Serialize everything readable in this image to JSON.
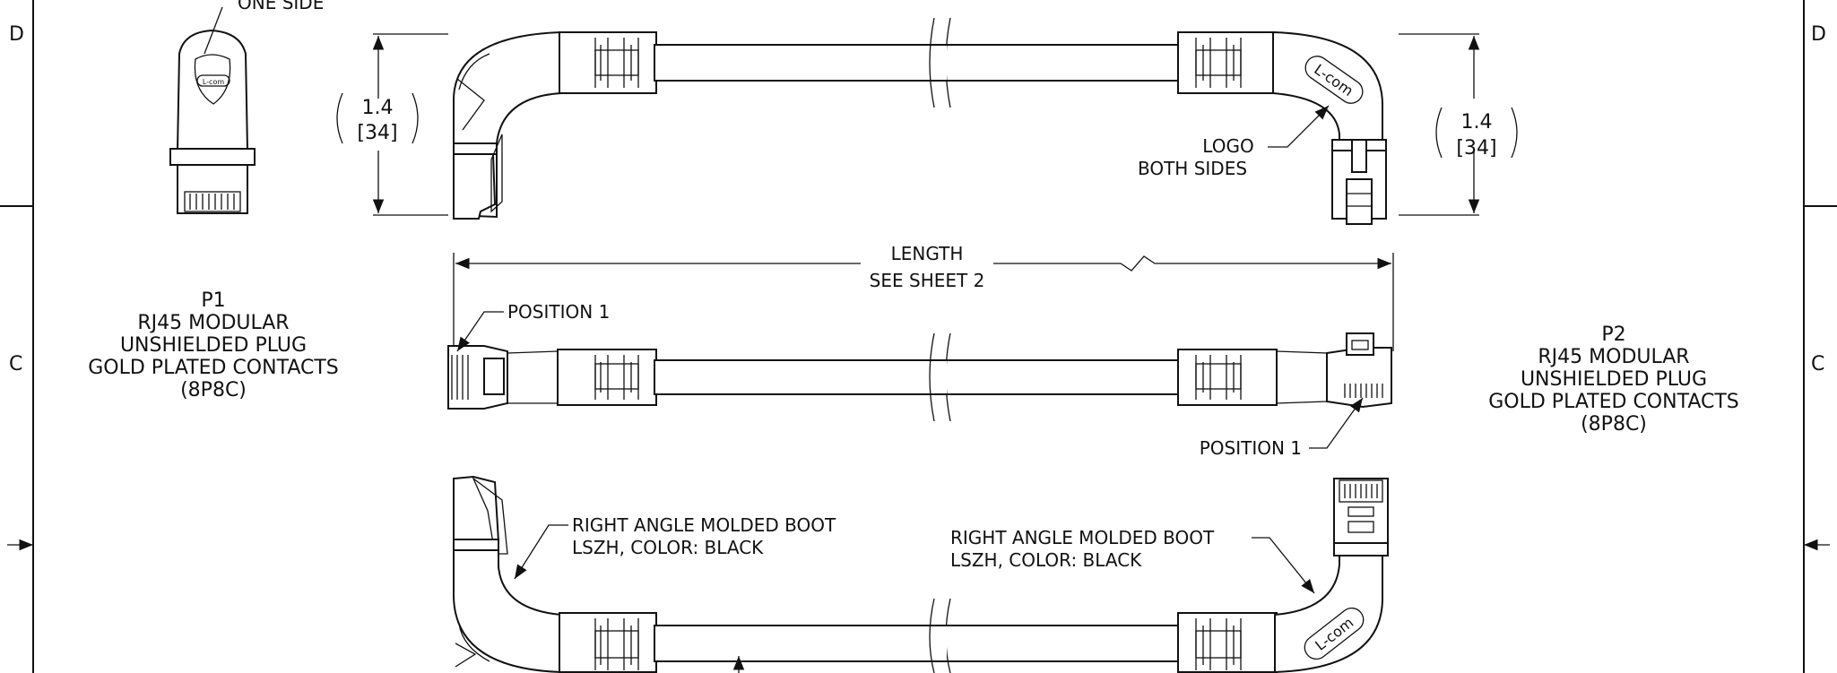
{
  "border": {
    "zone_left_top": "D",
    "zone_left_mid": "C",
    "zone_right_top": "D",
    "zone_right_mid": "C"
  },
  "p1": {
    "designator": "P1",
    "line1": "RJ45 MODULAR",
    "line2": "UNSHIELDED PLUG",
    "line3": "GOLD PLATED CONTACTS",
    "line4": "(8P8C)",
    "top_note": "ONE SIDE"
  },
  "p2": {
    "designator": "P2",
    "line1": "RJ45 MODULAR",
    "line2": "UNSHIELDED PLUG",
    "line3": "GOLD PLATED CONTACTS",
    "line4": "(8P8C)"
  },
  "dimensions": {
    "left_height": "1.4",
    "left_height_mm": "[34]",
    "right_height": "1.4",
    "right_height_mm": "[34]",
    "length_label": "LENGTH",
    "length_ref": "SEE SHEET 2"
  },
  "callouts": {
    "logo_1": "LOGO",
    "logo_2": "BOTH SIDES",
    "position_left": "POSITION 1",
    "position_right": "POSITION 1",
    "boot_left_1": "RIGHT ANGLE MOLDED BOOT",
    "boot_left_2": "LSZH, COLOR: BLACK",
    "boot_right_1": "RIGHT ANGLE MOLDED BOOT",
    "boot_right_2": "LSZH, COLOR: BLACK"
  },
  "logo_text": "L-com"
}
